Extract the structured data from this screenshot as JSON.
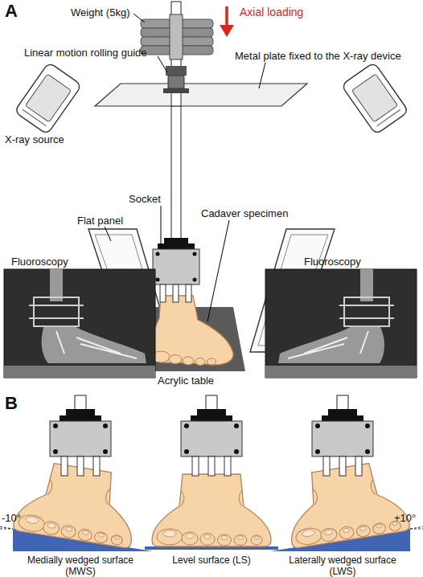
{
  "diagram": {
    "labels": [
      "A",
      "Weight (5kg)",
      "Axial loading",
      "Linear motion rolling guide",
      "Metal plate fixed to the X-ray device",
      "X-ray source",
      "Flat panel",
      "Socket",
      "Cadaver specimen",
      "Fluoroscopy",
      "Fluoroscopy",
      "Acrylic table",
      "B",
      "-10°",
      "+10°",
      "Medially wedged surface (MWS)",
      "Level surface (LS)",
      "Laterally wedged surface (LWS)"
    ]
  }
}
